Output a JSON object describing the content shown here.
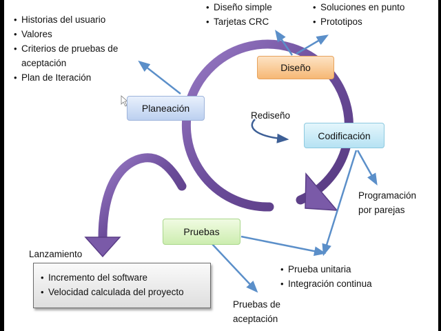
{
  "planning": {
    "label": "Planeación",
    "items": [
      "Historias del usuario",
      "Valores",
      "Criterios de pruebas de",
      "aceptación",
      "Plan de Iteración"
    ]
  },
  "design": {
    "label": "Diseño",
    "left_items": [
      "Diseño simple",
      "Tarjetas CRC"
    ],
    "right_items": [
      "Soluciones en punto",
      "Prototipos"
    ]
  },
  "coding": {
    "label": "Codificación",
    "redesign": "Rediseño",
    "pair_programming": [
      "Programación",
      "por parejas"
    ],
    "tests": [
      "Prueba unitaria",
      "Integración continua"
    ]
  },
  "testing": {
    "label": "Pruebas",
    "acceptance": [
      "Pruebas de",
      "aceptación"
    ]
  },
  "release": {
    "label": "Lanzamiento",
    "items": [
      "Incremento del software",
      "Velocidad calculada del proyecto"
    ]
  },
  "colors": {
    "cycle_arrow": "#6b4c9a",
    "connector_arrow": "#5b8fc9",
    "redesign_arrow": "#3d5f96"
  }
}
